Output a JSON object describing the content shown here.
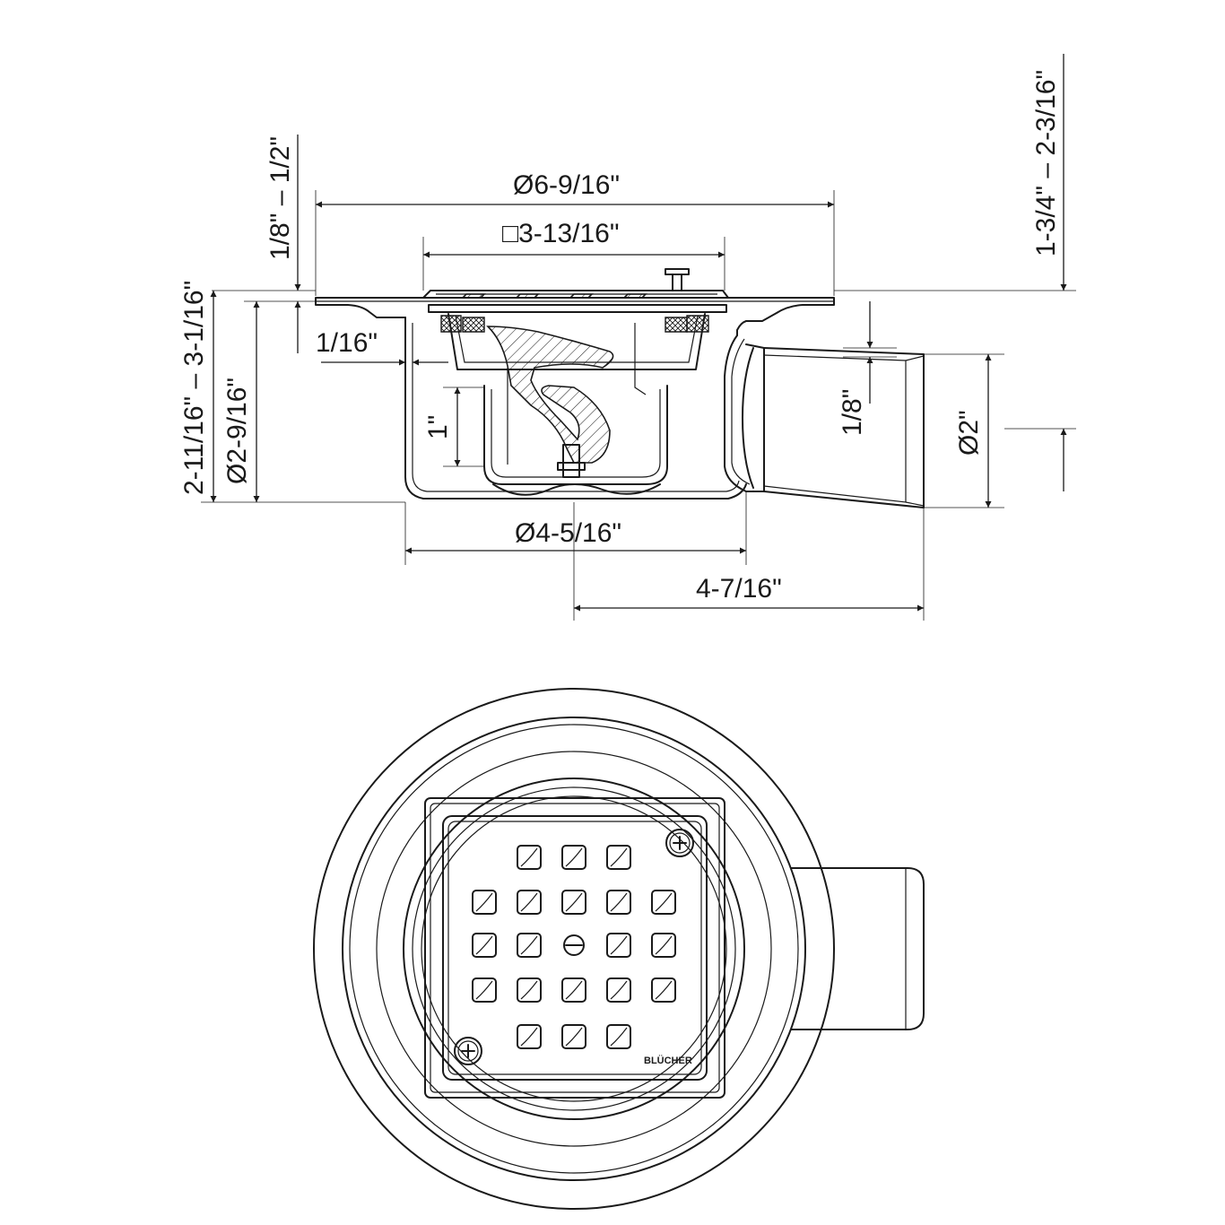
{
  "dimensions": {
    "top_diameter": "Ø6-9/16\"",
    "grate_square": "□3-13/16\"",
    "frame_height": "1/8\" – 1/2\"",
    "outlet_height": "1-3/4\" – 2-3/16\"",
    "total_height": "2-11/16\" – 3-1/16\"",
    "body_height": "Ø2-9/16\"",
    "wall_gap": "1/16\"",
    "water_seal": "1\"",
    "outlet_slope": "1/8\"",
    "outlet_diameter": "Ø2\"",
    "body_diameter": "Ø4-5/16\"",
    "outlet_length": "4-7/16\""
  },
  "brand": "BLÜCHER"
}
